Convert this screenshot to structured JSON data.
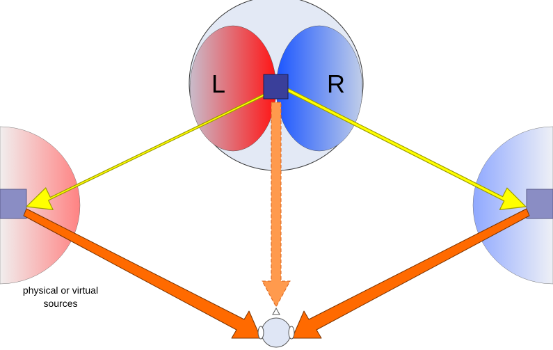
{
  "labels": {
    "left_channel": "L",
    "right_channel": "R",
    "sources_caption": "physical or virtual sources"
  },
  "colors": {
    "head_circle": "#e3e9f5",
    "lobe_left": "#ff1a1a",
    "lobe_right": "#1f5cff",
    "mic_box": "#3a3f9a",
    "speaker_box": "#8a8dc4",
    "yellow_arrow": "#ffff00",
    "orange_arrow": "#ff6a00",
    "dashed_arrow": "#ff9a4d",
    "listener": "#dfe6f5"
  },
  "icons": {
    "microphone": "square-mic-icon",
    "left_source": "speaker-icon",
    "right_source": "speaker-icon",
    "listener": "listener-head-icon"
  }
}
